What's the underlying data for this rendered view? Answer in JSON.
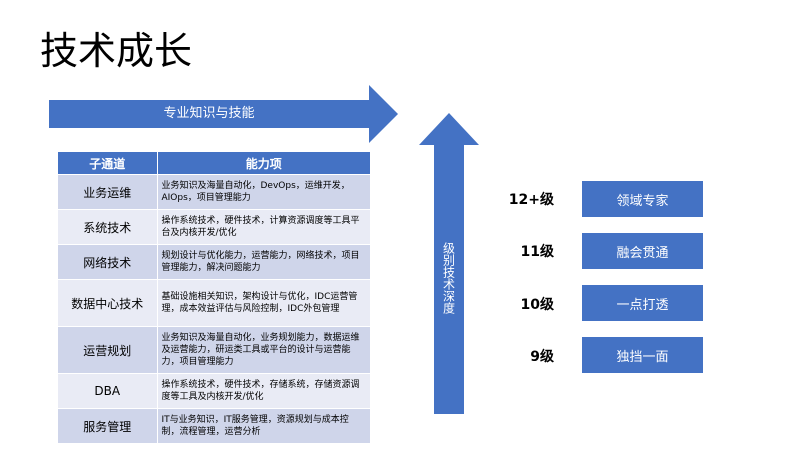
{
  "title": "技术成长",
  "colors": {
    "accent": "#4472c4",
    "row_dark": "#cfd5ea",
    "row_light": "#e9ebf5"
  },
  "arrows": {
    "horizontal_label": "专业知识与技能",
    "vertical_label": "级别技术深度"
  },
  "table": {
    "headers": [
      "子通道",
      "能力项"
    ],
    "rows": [
      {
        "channel": "业务运维",
        "capability": "业务知识及海量自动化，DevOps，运维开发，AIOps，项目管理能力"
      },
      {
        "channel": "系统技术",
        "capability": "操作系统技术，硬件技术，计算资源调度等工具平台及内核开发/优化"
      },
      {
        "channel": "网络技术",
        "capability": "规划设计与优化能力，运营能力，网络技术，项目管理能力，解决问题能力"
      },
      {
        "channel": "数据中心技术",
        "capability": "基础设施相关知识，架构设计与优化，IDC运营管理，成本效益评估与风险控制，IDC外包管理"
      },
      {
        "channel": "运营规划",
        "capability": "业务知识及海量自动化，业务规划能力，数据运维及运营能力，研运类工具或平台的设计与运营能力，项目管理能力"
      },
      {
        "channel": "DBA",
        "capability": "操作系统技术，硬件技术，存储系统，存储资源调度等工具及内核开发/优化"
      },
      {
        "channel": "服务管理",
        "capability": "IT与业务知识，IT服务管理，资源规划与成本控制，流程管理，运营分析"
      }
    ]
  },
  "levels": [
    {
      "level": "12+级",
      "label": "领域专家"
    },
    {
      "level": "11级",
      "label": "融会贯通"
    },
    {
      "level": "10级",
      "label": "一点打透"
    },
    {
      "level": "9级",
      "label": "独挡一面"
    }
  ]
}
